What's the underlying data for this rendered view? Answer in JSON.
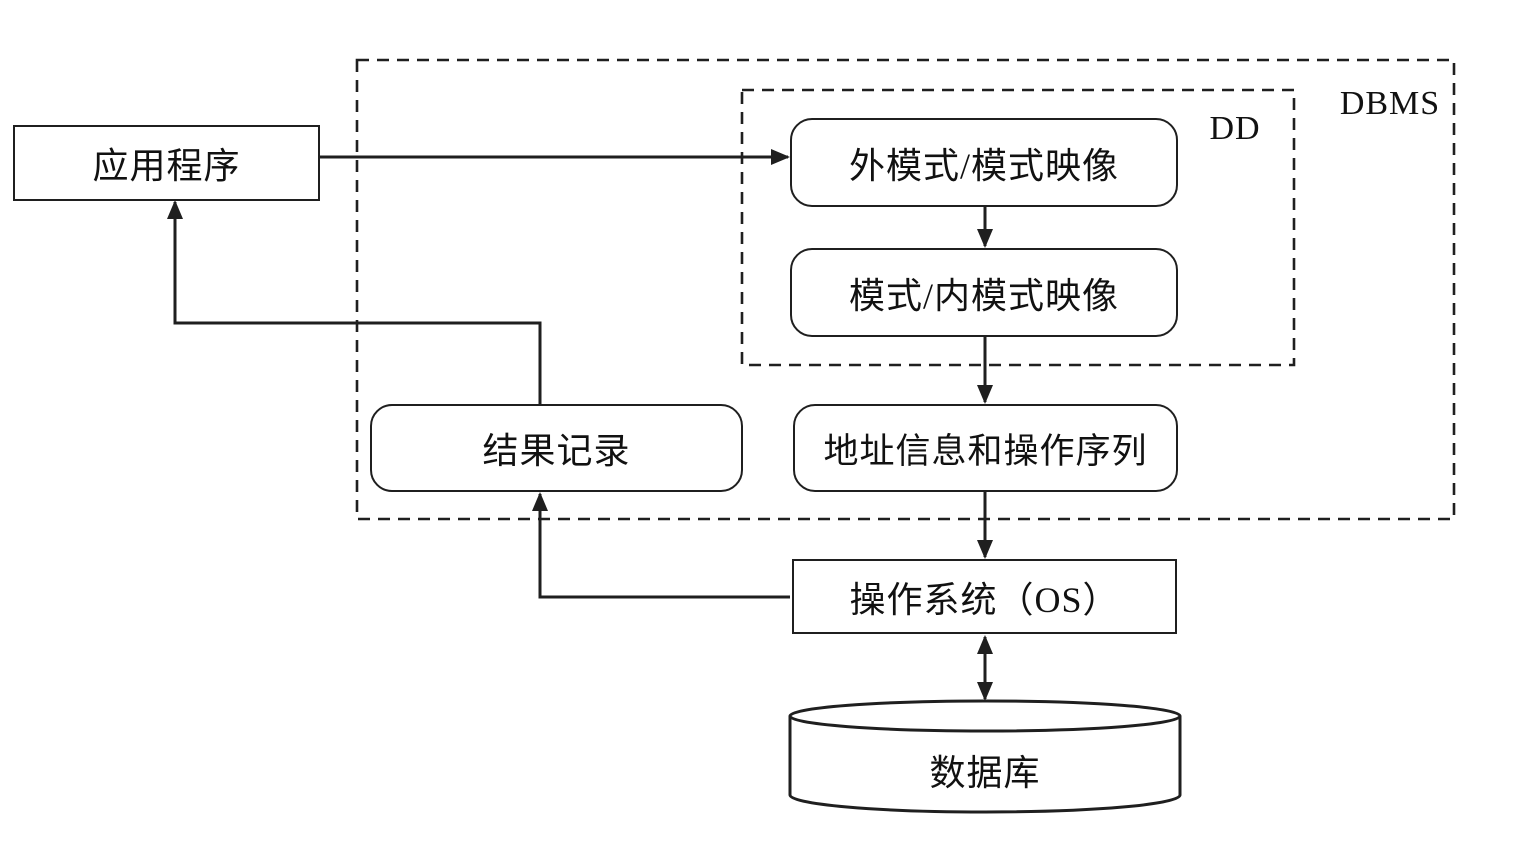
{
  "canvas": {
    "background_color": "#ffffff",
    "line_color": "#1f1f1f",
    "box_fill_color": "#ffffff"
  },
  "containers": {
    "dbms": {
      "label": "DBMS"
    },
    "dd": {
      "label": "DD"
    }
  },
  "nodes": {
    "app": {
      "label": "应用程序",
      "shape": "rectangle"
    },
    "ext_schema_map": {
      "label": "外模式/模式映像",
      "shape": "rounded"
    },
    "schema_internal_map": {
      "label": "模式/内模式映像",
      "shape": "rounded"
    },
    "address_info": {
      "label": "地址信息和操作序列",
      "shape": "rounded"
    },
    "result_record": {
      "label": "结果记录",
      "shape": "rounded"
    },
    "os": {
      "label": "操作系统（OS）",
      "shape": "rectangle"
    },
    "database": {
      "label": "数据库",
      "shape": "cylinder"
    }
  },
  "connections": [
    {
      "from": "app",
      "to": "ext_schema_map",
      "type": "arrow"
    },
    {
      "from": "ext_schema_map",
      "to": "schema_internal_map",
      "type": "arrow"
    },
    {
      "from": "schema_internal_map",
      "to": "address_info",
      "type": "arrow"
    },
    {
      "from": "address_info",
      "to": "os",
      "type": "arrow"
    },
    {
      "from": "os",
      "to": "database",
      "type": "double-arrow"
    },
    {
      "from": "os",
      "to": "result_record",
      "type": "arrow"
    },
    {
      "from": "result_record",
      "to": "app",
      "type": "arrow"
    }
  ]
}
